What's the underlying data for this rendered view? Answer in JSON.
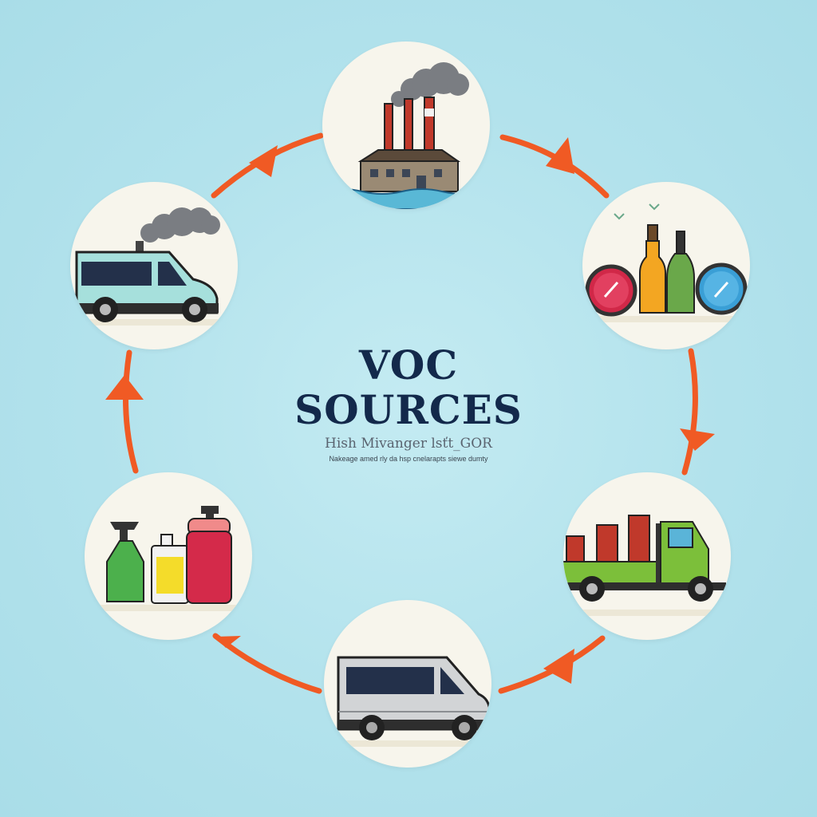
{
  "diagram": {
    "title_line1": "VOC",
    "title_line2": "SOURCES",
    "subtitle": "Hish Mivanger lsťt_GOR",
    "caption": "Nakeage amed rly da hsp cnelarapts siewe dumty",
    "flow_direction": "clockwise",
    "colors": {
      "background": "#b2e2ec",
      "node_fill": "#f7f5ec",
      "arrow": "#f05a24",
      "title": "#13294b"
    },
    "nodes": [
      {
        "id": "factory",
        "icon": "factory-smokestack-icon"
      },
      {
        "id": "bottles-gauges",
        "icon": "bottles-and-gauges-icon"
      },
      {
        "id": "truck-drums",
        "icon": "truck-with-drums-icon"
      },
      {
        "id": "van-grey",
        "icon": "grey-van-icon"
      },
      {
        "id": "cleaning-products",
        "icon": "spray-bottles-icon"
      },
      {
        "id": "van-exhaust",
        "icon": "van-exhaust-icon"
      }
    ]
  }
}
